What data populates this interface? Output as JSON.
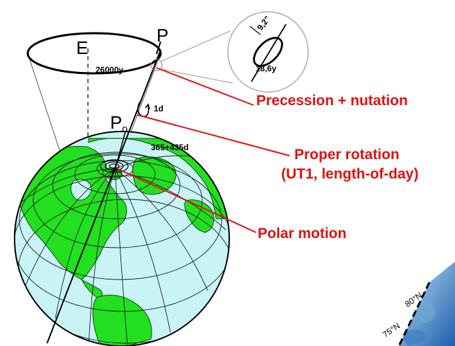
{
  "labels": {
    "ecliptic_pole": "E",
    "celestial_pole": "P",
    "pole_o_main": "P",
    "pole_o_sub": "o",
    "precession_period": "26000y",
    "nutation_amplitude": "9,2\"",
    "nutation_period": "18,6y",
    "day_period": "1d",
    "chandler_period": "365+435d"
  },
  "callouts": {
    "precession": "Precession + nutation",
    "rotation_line1": "Proper rotation",
    "rotation_line2": "(UT1, length-of-day)",
    "polar_motion": "Polar motion"
  },
  "map_inset": {
    "lat_80": "80°N",
    "lat_75": "75°N"
  },
  "colors": {
    "ocean": "#c9f4f6",
    "land": "#22e01f",
    "callout_red": "#e0120f",
    "lines": "#000000"
  }
}
